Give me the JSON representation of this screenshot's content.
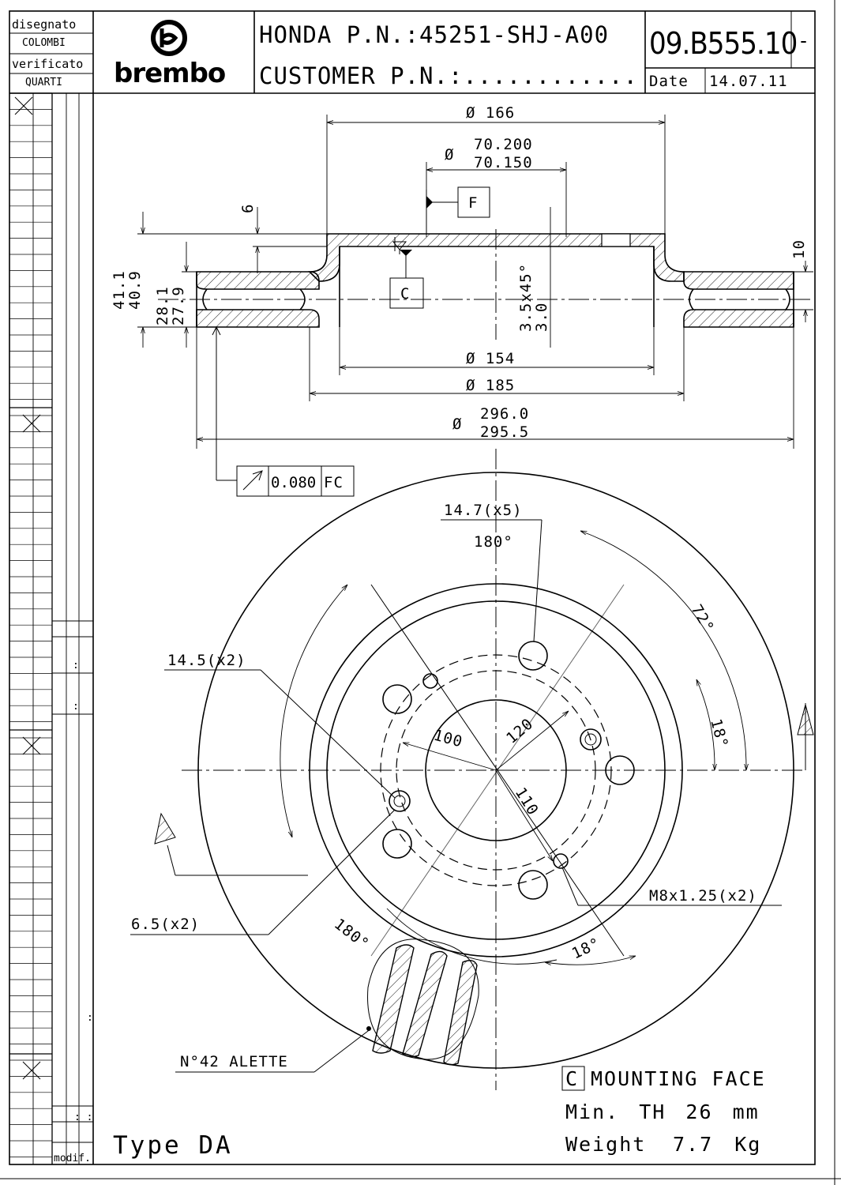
{
  "title_block": {
    "drawn_label": "disegnato",
    "drawn_name": "COLOMBI",
    "checked_label": "verificato",
    "checked_name": "QUARTI",
    "brand": "brembo",
    "oem_pn_line": "HONDA P.N.:45251-SHJ-A00",
    "customer_pn_line": "CUSTOMER P.N.:............",
    "part_number": "09.B555.10",
    "revision": "-",
    "date_label": "Date",
    "date_value": "14.07.11"
  },
  "side_block": {
    "modif_label": "modif.",
    "colon_marks": [
      ":",
      ":",
      ":",
      ": :"
    ]
  },
  "section_view": {
    "dia_166": "Ø 166",
    "dia_symbol": "Ø",
    "bore_max": "70.200",
    "bore_min": "70.150",
    "datum_f": "F",
    "datum_c": "C",
    "dim_6": "6",
    "dim_10": "10",
    "h_total_max": "41.1",
    "h_total_min": "40.9",
    "th_max": "28.1",
    "th_min": "27.9",
    "chamfer_1": "3.5x45°",
    "chamfer_2": "3.0",
    "dia_154": "Ø 154",
    "dia_185": "Ø 185",
    "od_max": "296.0",
    "od_min": "295.5",
    "runout_value": "0.080",
    "runout_datums": "FC"
  },
  "front_view": {
    "holes_5": "14.7(x5)",
    "angle_180_top": "180°",
    "angle_72": "72°",
    "holes_2": "14.5(x2)",
    "angle_18_right": "18°",
    "pcd_100": "100",
    "pcd_120": "120",
    "pcd_110": "110",
    "thread": "M8x1.25(x2)",
    "holes_65": "6.5(x2)",
    "angle_180_bottom": "180°",
    "angle_18_bottom": "18°",
    "vanes": "N°42 ALETTE"
  },
  "notes": {
    "datum_c": "C",
    "mounting_face": "MOUNTING FACE",
    "min_th": "Min. TH 26 mm",
    "weight_label": "Weight",
    "weight_value": "7.7 Kg",
    "type": "Type DA"
  }
}
